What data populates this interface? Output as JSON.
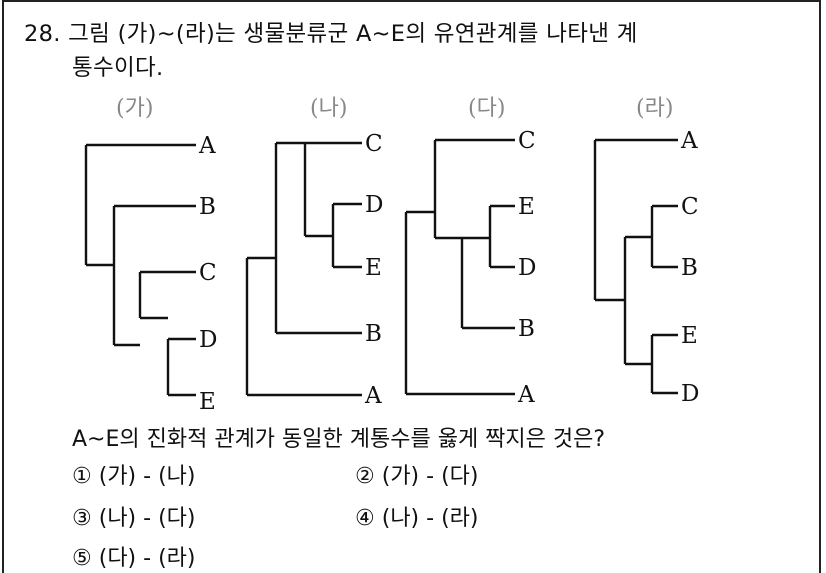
{
  "question": {
    "number": "28.",
    "line1": "그림 (가)~(라)는 생물분류군 A~E의 유연관계를 나타낸 계",
    "line2": "통수이다.",
    "prompt": "A~E의 진화적 관계가 동일한 계통수를 옳게 짝지은 것은?"
  },
  "trees": [
    {
      "label": "(가)",
      "leaves": [
        "A",
        "B",
        "C",
        "D",
        "E"
      ]
    },
    {
      "label": "(나)",
      "leaves": [
        "C",
        "D",
        "E",
        "B",
        "A"
      ]
    },
    {
      "label": "(다)",
      "leaves": [
        "C",
        "E",
        "D",
        "B",
        "A"
      ]
    },
    {
      "label": "(라)",
      "leaves": [
        "A",
        "C",
        "B",
        "E",
        "D"
      ]
    }
  ],
  "choices": [
    {
      "mark": "①",
      "text": "(가) - (나)"
    },
    {
      "mark": "②",
      "text": "(가) - (다)"
    },
    {
      "mark": "③",
      "text": "(나) - (다)"
    },
    {
      "mark": "④",
      "text": "(나) - (라)"
    },
    {
      "mark": "⑤",
      "text": "(다) - (라)"
    }
  ]
}
